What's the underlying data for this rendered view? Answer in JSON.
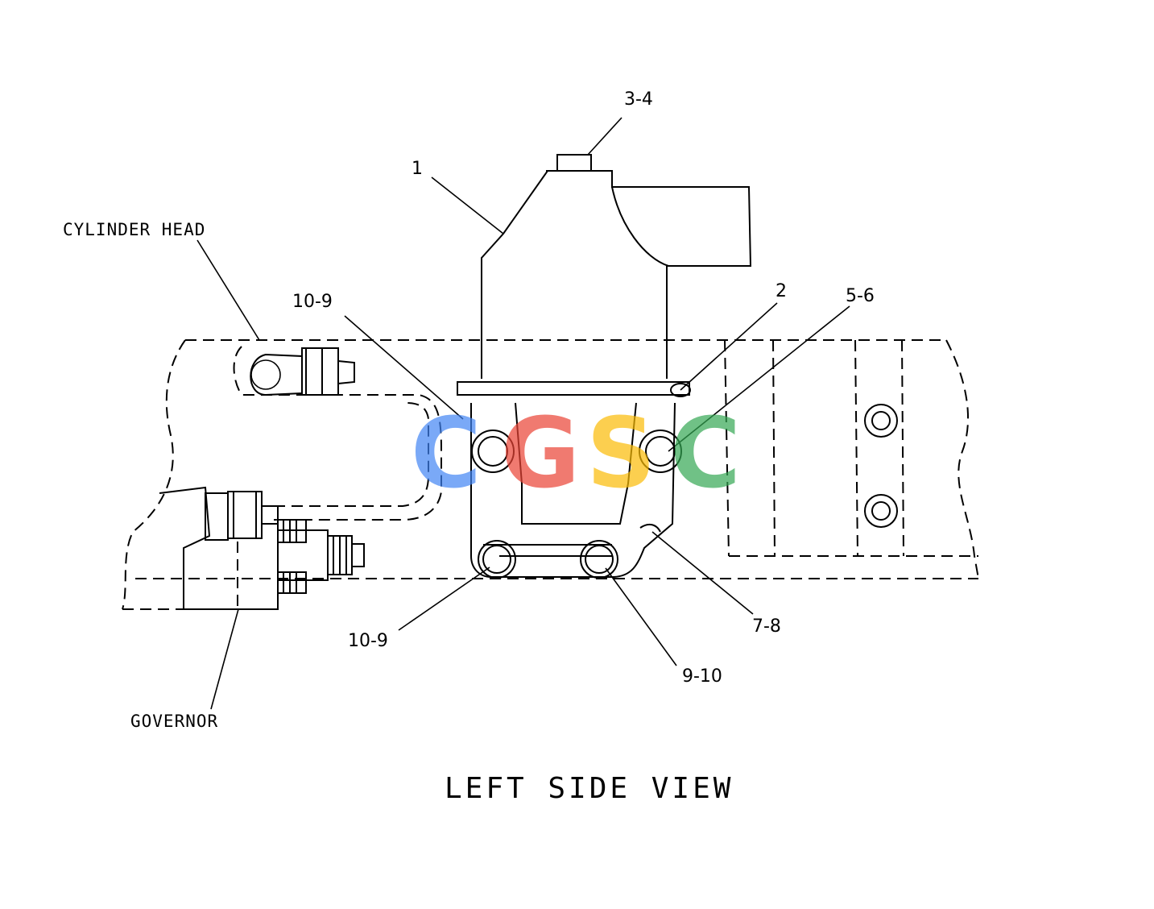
{
  "callouts": {
    "c1": "1",
    "c2": "2",
    "c3_4": "3-4",
    "c5_6": "5-6",
    "c7_8": "7-8",
    "c9_10": "9-10",
    "c10_9_top": "10-9",
    "c10_9_bottom": "10-9"
  },
  "notes": {
    "cylinder_head": "CYLINDER HEAD",
    "governor": "GOVERNOR"
  },
  "caption": "LEFT SIDE VIEW",
  "watermark": {
    "letters": [
      "C",
      "G",
      "S",
      "C"
    ],
    "colors": [
      "#4285f4",
      "#ea4335",
      "#fbbc05",
      "#34a853"
    ]
  }
}
